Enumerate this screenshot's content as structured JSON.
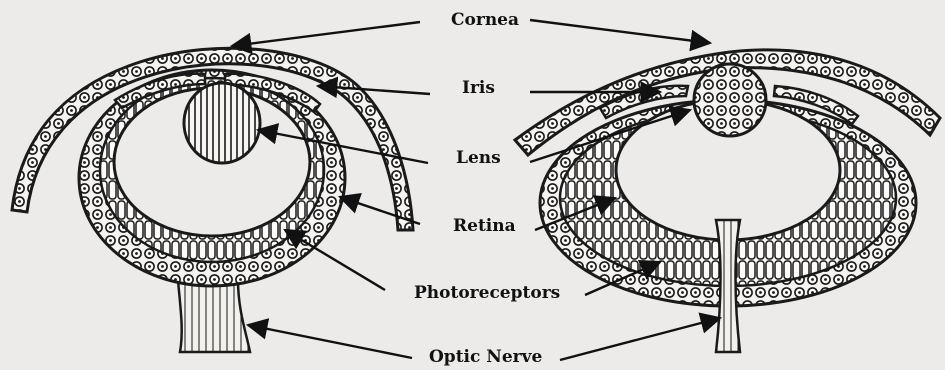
{
  "labels": {
    "cornea": "Cornea",
    "iris": "Iris",
    "lens": "Lens",
    "retina": "Retina",
    "photoreceptors": "Photoreceptors",
    "optic_nerve": "Optic Nerve"
  },
  "colors": {
    "background": "#ecebe9",
    "ink": "#1a1a1a",
    "cell_fill": "#f6f5f2"
  }
}
